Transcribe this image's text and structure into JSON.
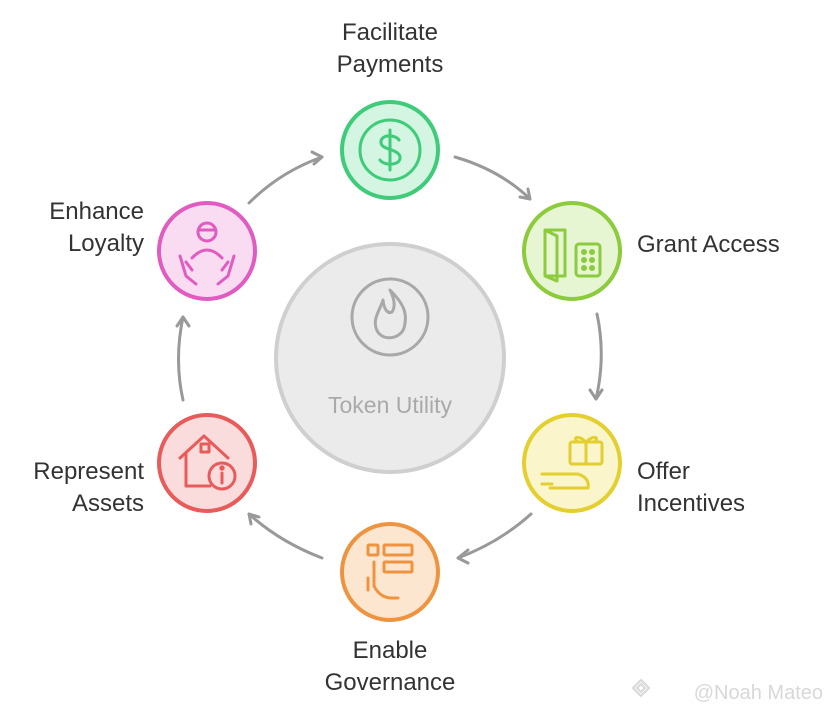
{
  "center": {
    "label": "Token Utility",
    "icon": "flame-icon"
  },
  "nodes": {
    "payments": {
      "lines": [
        "Facilitate",
        "Payments"
      ],
      "icon": "dollar-icon",
      "color": "#3fcc7a",
      "fill": "#d3f5e1"
    },
    "access": {
      "lines": [
        "Grant Access"
      ],
      "icon": "door-keypad-icon",
      "color": "#8ccb3c",
      "fill": "#e7f6d2"
    },
    "incentives": {
      "lines": [
        "Offer",
        "Incentives"
      ],
      "icon": "gift-hand-icon",
      "color": "#e3cf2f",
      "fill": "#fbf5cc"
    },
    "governance": {
      "lines": [
        "Enable",
        "Governance"
      ],
      "icon": "vote-hand-icon",
      "color": "#ee9440",
      "fill": "#fde6cf"
    },
    "assets": {
      "lines": [
        "Represent",
        "Assets"
      ],
      "icon": "house-info-icon",
      "color": "#e85b5b",
      "fill": "#fbdcdc"
    },
    "loyalty": {
      "lines": [
        "Enhance",
        "Loyalty"
      ],
      "icon": "person-hands-icon",
      "color": "#e05cc0",
      "fill": "#f9dbf2"
    }
  },
  "connector_color": "#999999",
  "watermark": {
    "text": "@Noah Mateo",
    "icon": "binance-logo-icon"
  }
}
